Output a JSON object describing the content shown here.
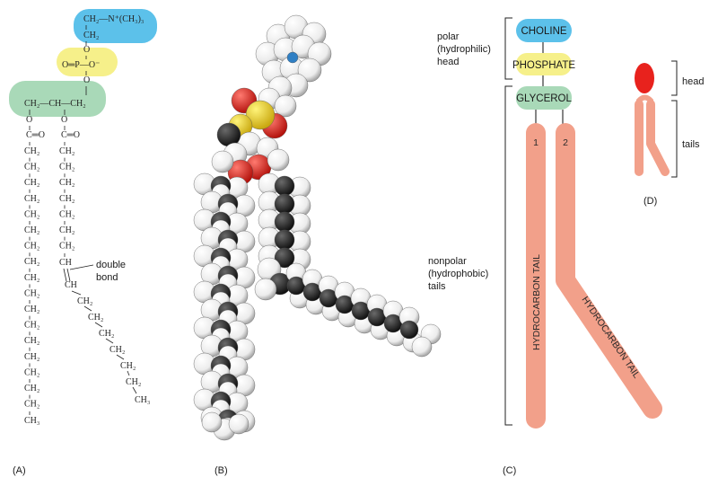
{
  "panels": {
    "a": "(A)",
    "b": "(B)",
    "c": "(C)",
    "d": "(D)"
  },
  "colors": {
    "choline": "#5cc1ea",
    "phosphate": "#f6f08a",
    "glycerol": "#a9d9b8",
    "tail": "#f2a08a",
    "head_red": "#e8221d",
    "carbon": "#1c1c1c",
    "hydrogen": "#f5f5f5",
    "oxygen": "#e0302a",
    "phosphorus": "#f1d62e",
    "nitrogen": "#2f7fc4"
  },
  "chem": {
    "choline_line": "CH₂—N⁺(CH₃)₃",
    "choline_ch2": "CH₂",
    "o_top": "O",
    "phosphate_line": "O═P—O⁻",
    "o_bottom": "O",
    "glycerol_line": "CH₂—CH—CH₂",
    "o_left": "O",
    "o_mid": "O",
    "carbonyl_left": "C═O",
    "carbonyl_right": "C═O",
    "ch2": "CH₂",
    "ch": "CH",
    "ch3": "CH₃",
    "double_bond_label_1": "double",
    "double_bond_label_2": "bond"
  },
  "labels_c": {
    "polar_1": "polar",
    "polar_2": "(hydrophilic)",
    "polar_3": "head",
    "nonpolar_1": "nonpolar",
    "nonpolar_2": "(hydrophobic)",
    "nonpolar_3": "tails",
    "choline": "CHOLINE",
    "phosphate": "PHOSPHATE",
    "glycerol": "GLYCEROL",
    "tail_num_1": "1",
    "tail_num_2": "2",
    "tail_text_1": "HYDROCARBON TAIL",
    "tail_text_2": "HYDROCARBON TAIL"
  },
  "labels_d": {
    "head": "head",
    "tails": "tails"
  }
}
